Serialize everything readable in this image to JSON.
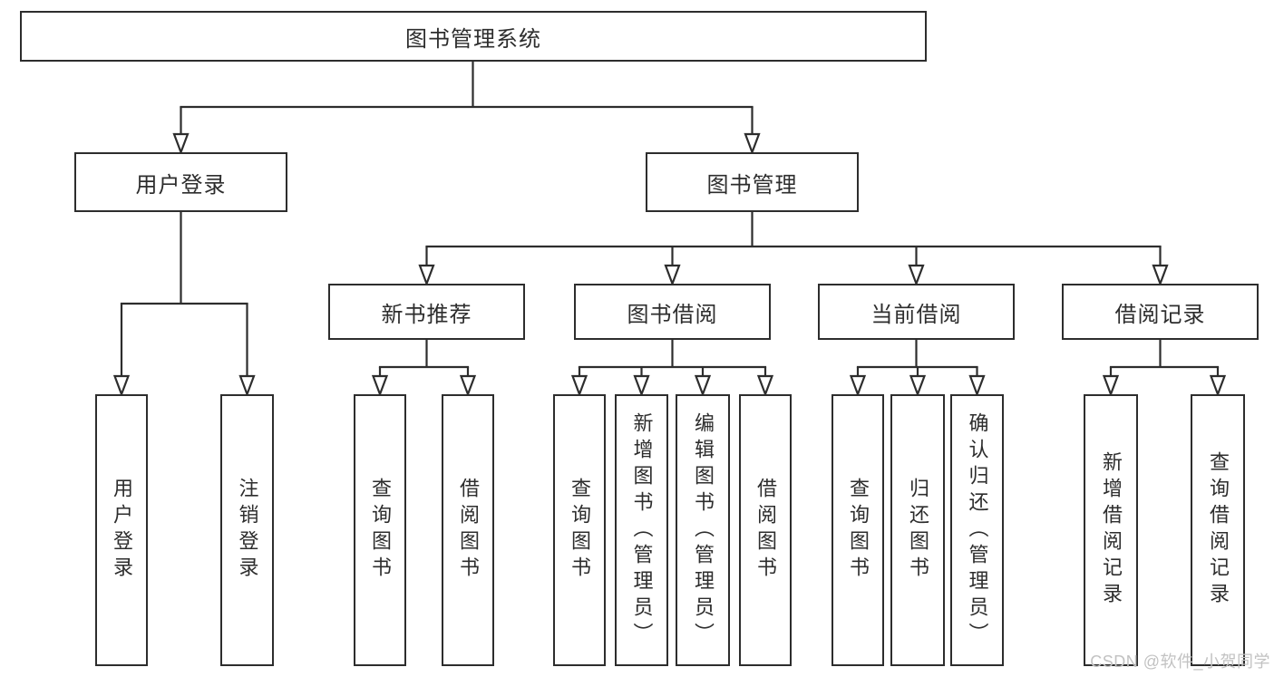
{
  "diagram": {
    "type": "hierarchy-tree",
    "tree": {
      "label": "图书管理系统",
      "children": [
        {
          "label": "用户登录",
          "children": [
            {
              "label": "用户登录"
            },
            {
              "label": "注销登录"
            }
          ]
        },
        {
          "label": "图书管理",
          "children": [
            {
              "label": "新书推荐",
              "children": [
                {
                  "label": "查询图书"
                },
                {
                  "label": "借阅图书"
                }
              ]
            },
            {
              "label": "图书借阅",
              "children": [
                {
                  "label": "查询图书"
                },
                {
                  "label": "新增图书（管理员）"
                },
                {
                  "label": "编辑图书（管理员）"
                },
                {
                  "label": "借阅图书"
                }
              ]
            },
            {
              "label": "当前借阅",
              "children": [
                {
                  "label": "查询图书"
                },
                {
                  "label": "归还图书"
                },
                {
                  "label": "确认归还（管理员）"
                }
              ]
            },
            {
              "label": "借阅记录",
              "children": [
                {
                  "label": "新增借阅记录"
                },
                {
                  "label": "查询借阅记录"
                }
              ]
            }
          ]
        }
      ]
    },
    "colors": {
      "line": "#2d2d2d",
      "box_border": "#2d2d2d",
      "text": "#2d2d2d",
      "background": "#ffffff",
      "watermark": "#c2c2c2"
    }
  },
  "watermark": {
    "text": "CSDN @软件_小贺同学"
  }
}
